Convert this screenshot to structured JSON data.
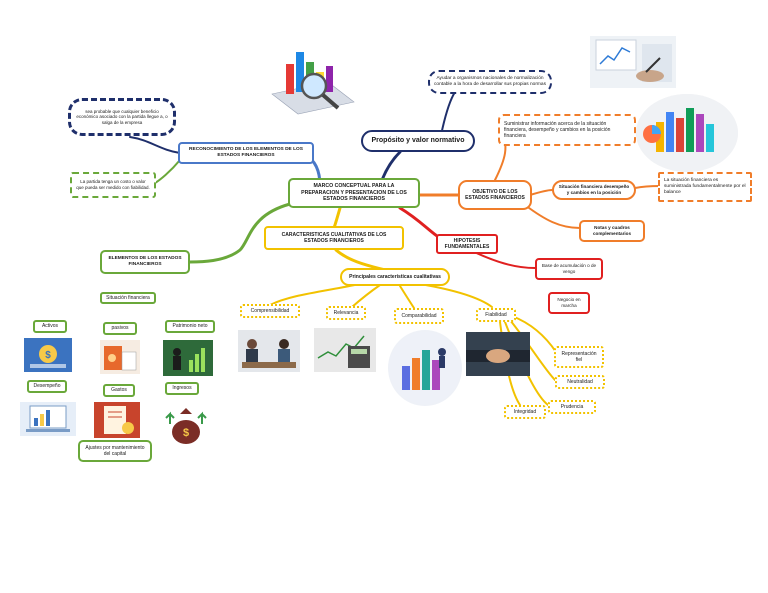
{
  "colors": {
    "green": "#6aa83a",
    "blue": "#4a78c8",
    "navy": "#1f2f6b",
    "orange": "#f07d2a",
    "red": "#e02020",
    "yellow": "#f2c200",
    "darkgray": "#333333"
  },
  "central": "MARCO CONCEPTUAL PARA LA PREPARACION Y PRESENTACION DE LOS ESTADOS FINANCIEROS",
  "proposito": {
    "title": "Propósito y valor normativo",
    "note": "Ayudar a organismos nacionales de normalización contable a la hora de desarrollar sus propias normas"
  },
  "reconocimiento": {
    "title": "RECONOCIMIENTO DE LOS ELEMENTOS DE LOS ESTADOS FINANCIEROS",
    "note1": "sea probable que cualquier beneficio económico asociado con la partida llegue a, o salga de la empresa",
    "note2": "La partida tenga un costo o valor que pueda ser medido con fiabilidad."
  },
  "objetivo": {
    "title": "OBJETIVO DE LOS ESTADOS FINANCIEROS",
    "note1": "Suministrar información acerca de la situación financiera, desempeño y cambios en la posición financiera",
    "sit": "Situación financiera desempeño y cambios en la posición",
    "sit_note": "La situación financiera es suministrada fundamentalmente por el balance",
    "notas": "Notas y cuadros complementarios"
  },
  "hipotesis": {
    "title": "HIPOTESIS FUNDAMENTALES",
    "base": "Base de acumulación o de vengo",
    "negocio": "Negocio en marcha"
  },
  "caracteristicas": {
    "title": "CARACTERISTICAS CUALITATIVAS DE LOS ESTADOS FINANCIEROS",
    "principales": "Principales características cualitativas",
    "items": [
      "Comprensibilidad",
      "Relevancia",
      "Comparabilidad",
      "Fiabilidad"
    ],
    "fiabilidad_sub": [
      "Representación fiel",
      "Neutralidad",
      "Prudencia",
      "Integridad"
    ]
  },
  "elementos": {
    "title": "ELEMENTOS DE LOS ESTADOS FINANCIEROS",
    "situacion": "Situación financiera",
    "items": [
      "Activos",
      "pasivos",
      "Patrimonio neto",
      "Desempeño",
      "Gastos",
      "Ingresos"
    ],
    "ajustes": "Ajustes por mantenimiento del capital"
  }
}
